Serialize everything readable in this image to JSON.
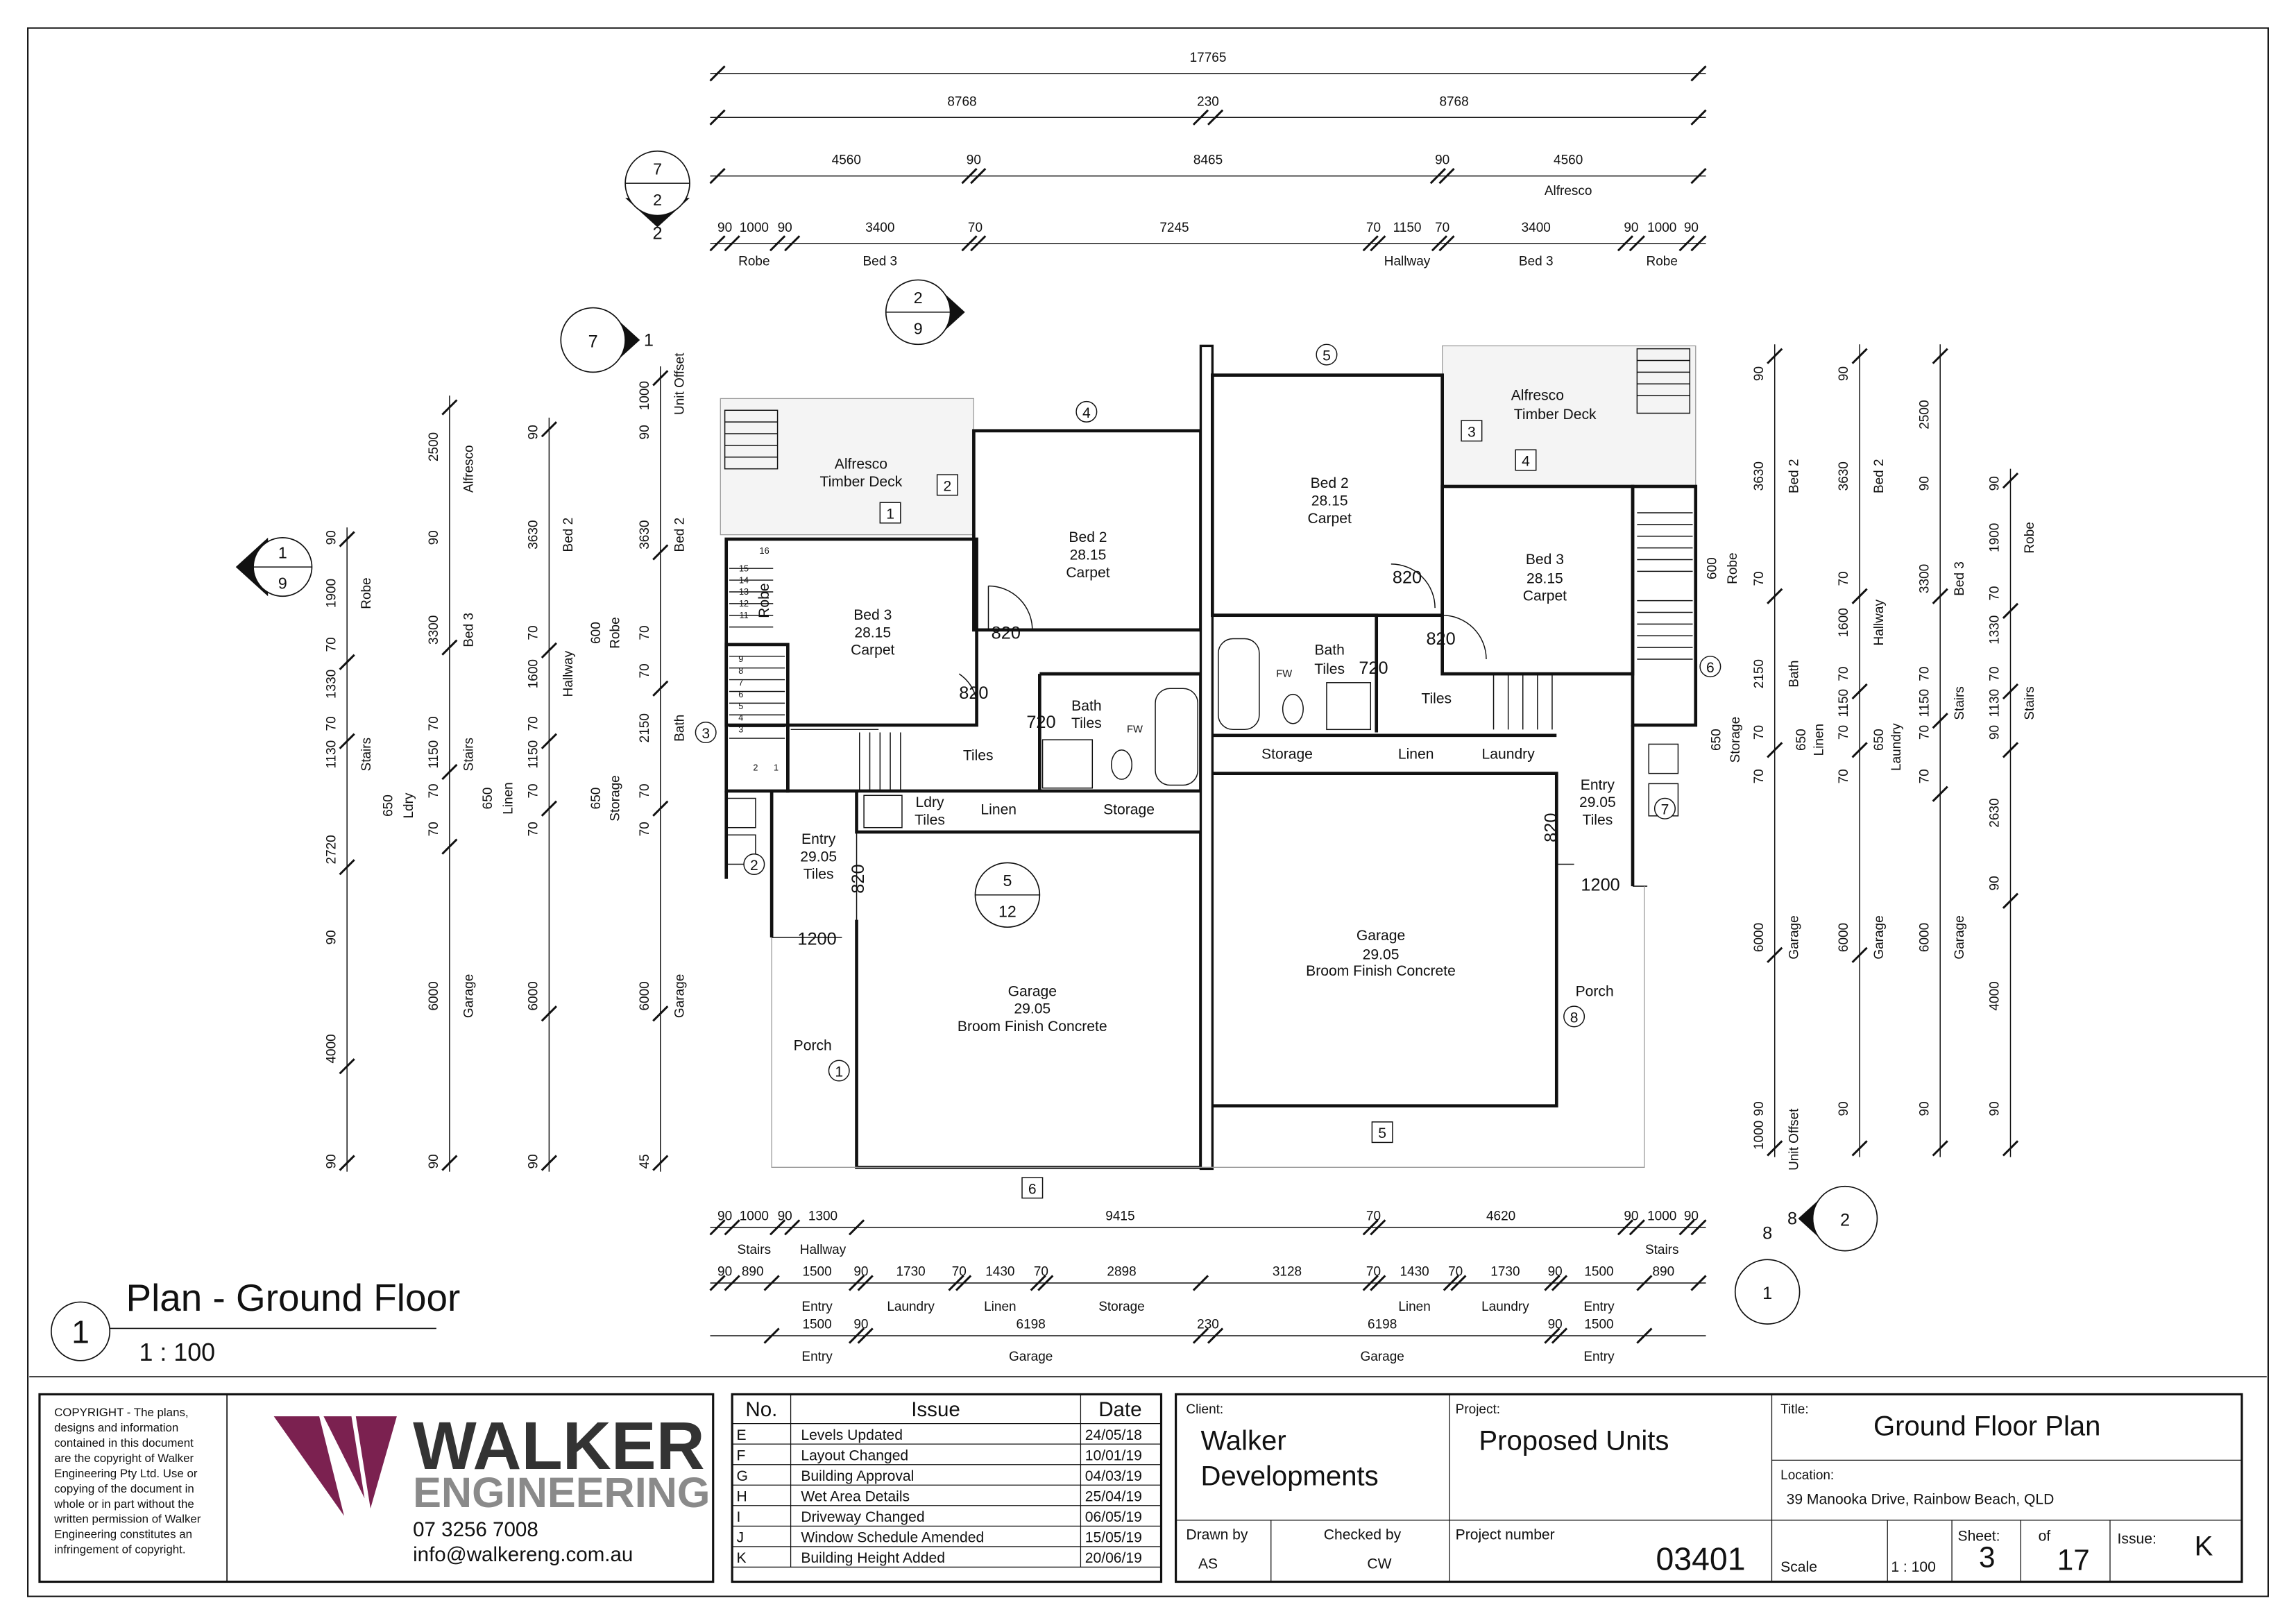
{
  "view_title": {
    "number": "1",
    "name": "Plan - Ground Floor",
    "scale": "1 : 100"
  },
  "dims_top": [
    [
      "17765"
    ],
    [
      "8768",
      "230",
      "8768"
    ],
    [
      "4560",
      "90",
      "8465",
      "90",
      "4560"
    ],
    [
      "90",
      "1000",
      "90",
      "3400",
      "70",
      "7245",
      "70",
      "1150",
      "70",
      "3400",
      "90",
      "1000",
      "90"
    ]
  ],
  "dims_top_labels": [
    "Alfresco",
    "Robe",
    "Bed 3",
    "Hallway",
    "Bed 3",
    "Robe"
  ],
  "dims_bottom": [
    [
      "90",
      "1000",
      "90",
      "1300",
      "9415",
      "70",
      "4620",
      "90",
      "1000",
      "90"
    ],
    [
      "90",
      "890",
      "1500",
      "90",
      "1730",
      "70",
      "1430",
      "70",
      "2898",
      "3128",
      "70",
      "1430",
      "70",
      "1730",
      "90",
      "1500",
      "890"
    ],
    [
      "1500",
      "90",
      "6198",
      "230",
      "6198",
      "90",
      "1500"
    ]
  ],
  "dims_bottom_labels": [
    [
      "Stairs",
      "Hallway",
      "Stairs"
    ],
    [
      "Entry",
      "Laundry",
      "Linen",
      "Storage",
      "Linen",
      "Laundry",
      "Entry"
    ],
    [
      "Entry",
      "Garage",
      "Garage",
      "Entry"
    ]
  ],
  "dims_vertical": [
    {
      "values": [
        "90",
        "1900",
        "70",
        "1330",
        "70",
        "1130",
        "2720",
        "90",
        "4000",
        "90"
      ],
      "labels": [
        "Robe",
        "Stairs"
      ]
    },
    {
      "values": [
        "2500",
        "90",
        "3300",
        "70",
        "1150",
        "70",
        "70",
        "6000",
        "90"
      ],
      "labels": [
        "Alfresco",
        "Bed 3",
        "Stairs",
        "Garage",
        "650",
        "Ldry"
      ]
    },
    {
      "values": [
        "90",
        "3630",
        "70",
        "1600",
        "70",
        "1150",
        "70",
        "70",
        "6000",
        "90"
      ],
      "labels": [
        "Bed 2",
        "Hallway",
        "650",
        "Linen"
      ]
    },
    {
      "values": [
        "90",
        "1000",
        "3630",
        "70",
        "70",
        "2150",
        "70",
        "70",
        "6000",
        "45"
      ],
      "labels": [
        "Unit Offset",
        "Bed 2",
        "Bath",
        "Garage",
        "600",
        "Robe",
        "650",
        "Storage"
      ]
    },
    {
      "values": [
        "90",
        "3630",
        "70",
        "2150",
        "70",
        "70",
        "6000",
        "1000",
        "90"
      ],
      "labels": [
        "Bed 2",
        "Bath",
        "Garage",
        "Unit Offset",
        "600",
        "Robe",
        "650",
        "Storage"
      ]
    },
    {
      "values": [
        "90",
        "3630",
        "70",
        "1600",
        "70",
        "1150",
        "70",
        "70",
        "6000",
        "90"
      ],
      "labels": [
        "Bed 2",
        "Hallway",
        "Garage",
        "650",
        "Linen"
      ]
    },
    {
      "values": [
        "2500",
        "90",
        "3300",
        "70",
        "1150",
        "70",
        "70",
        "6000",
        "90"
      ],
      "labels": [
        "Bed 3",
        "Stairs",
        "Garage",
        "650",
        "Laundry"
      ]
    },
    {
      "values": [
        "90",
        "1900",
        "70",
        "1330",
        "70",
        "1130",
        "90",
        "2630",
        "90",
        "4000",
        "90"
      ],
      "labels": [
        "Robe",
        "Stairs"
      ]
    }
  ],
  "plan_labels": [
    "Alfresco",
    "Timber Deck",
    "Bed 3",
    "28.15",
    "Carpet",
    "Robe",
    "Bed 2",
    "28.15",
    "Carpet",
    "820",
    "820",
    "720",
    "Bath",
    "Tiles",
    "FW",
    "Tiles",
    "Ldry",
    "Tiles",
    "Linen",
    "Storage",
    "Entry",
    "29.05",
    "Tiles",
    "820",
    "1200",
    "Garage",
    "29.05",
    "Broom Finish Concrete",
    "Porch",
    "Bed 2",
    "28.15",
    "Carpet",
    "Alfresco",
    "Timber Deck",
    "Bed 3",
    "28.15",
    "Carpet",
    "820",
    "820",
    "Bath",
    "Tiles",
    "FW",
    "720",
    "Tiles",
    "Storage",
    "Linen",
    "Laundry",
    "Entry",
    "29.05",
    "Tiles",
    "820",
    "1200",
    "Garage",
    "29.05",
    "Broom Finish Concrete",
    "Porch"
  ],
  "stair_numbers": [
    "16",
    "15",
    "14",
    "13",
    "12",
    "11",
    "9",
    "8",
    "7",
    "6",
    "5",
    "4",
    "3",
    "2",
    "1"
  ],
  "window_tags": [
    "1",
    "2",
    "3",
    "4",
    "5",
    "6"
  ],
  "door_tags": [
    "4",
    "1",
    "2",
    "3",
    "5",
    "8",
    "6",
    "7"
  ],
  "section_markers": [
    {
      "top": "7",
      "bottom": "2"
    },
    {
      "top": "7",
      "bottom": "1"
    },
    {
      "top": "2",
      "bottom": "9"
    },
    {
      "top": "1",
      "bottom": "9"
    },
    {
      "top": "5",
      "bottom": "12"
    },
    {
      "top": "2",
      "bottom": "8"
    },
    {
      "top": "1",
      "bottom": "8"
    }
  ],
  "copyright": [
    "COPYRIGHT - The plans,",
    "designs and information",
    "contained in this document",
    "are the copyright of Walker",
    "Engineering Pty Ltd. Use or",
    "copying of the document in",
    "whole or in part without the",
    "written permission of Walker",
    "Engineering constitutes an",
    "infringement of copyright."
  ],
  "logo": {
    "line1": "WALKER",
    "line2": "ENGINEERING",
    "phone": "07 3256 7008",
    "email": "info@walkereng.com.au",
    "brand_color": "#7b2150",
    "dark_color": "#333333",
    "grey_color": "#8a8a8a"
  },
  "revisions": {
    "headers": [
      "No.",
      "Issue",
      "Date"
    ],
    "rows": [
      [
        "E",
        "Levels Updated",
        "24/05/18"
      ],
      [
        "F",
        "Layout Changed",
        "10/01/19"
      ],
      [
        "G",
        "Building Approval",
        "04/03/19"
      ],
      [
        "H",
        "Wet Area Details",
        "25/04/19"
      ],
      [
        "I",
        "Driveway Changed",
        "06/05/19"
      ],
      [
        "J",
        "Window Schedule Amended",
        "15/05/19"
      ],
      [
        "K",
        "Building Height Added",
        "20/06/19"
      ]
    ]
  },
  "title_block": {
    "client_label": "Client:",
    "client_line1": "Walker",
    "client_line2": "Developments",
    "project_label": "Project:",
    "project": "Proposed Units",
    "title_label": "Title:",
    "title": "Ground Floor Plan",
    "location_label": "Location:",
    "location": "39 Manooka Drive, Rainbow Beach, QLD",
    "drawn_by_label": "Drawn by",
    "drawn_by": "AS",
    "checked_by_label": "Checked by",
    "checked_by": "CW",
    "project_number_label": "Project number",
    "project_number": "03401",
    "scale_label": "Scale",
    "scale": "1 : 100",
    "sheet_label": "Sheet:",
    "sheet": "3",
    "of_label": "of",
    "of": "17",
    "issue_label": "Issue:",
    "issue": "K"
  }
}
